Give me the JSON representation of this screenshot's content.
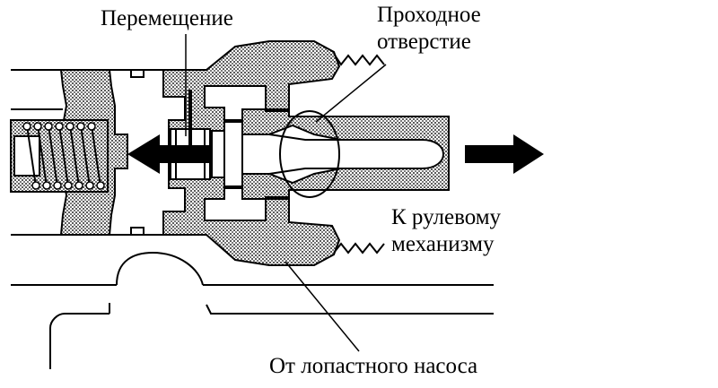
{
  "labels": {
    "displacement": "Перемещение",
    "orifice_line1": "Проходное",
    "orifice_line2": "отверстие",
    "to_gear_line1": "К рулевому",
    "to_gear_line2": "механизму",
    "from_pump": "От лопастного насоса"
  },
  "colors": {
    "hatch_fill": "#8a8a8a",
    "stroke": "#000000",
    "background": "#ffffff"
  },
  "icons": {
    "flow_left": "arrow-left-icon",
    "flow_right": "arrow-right-icon"
  }
}
